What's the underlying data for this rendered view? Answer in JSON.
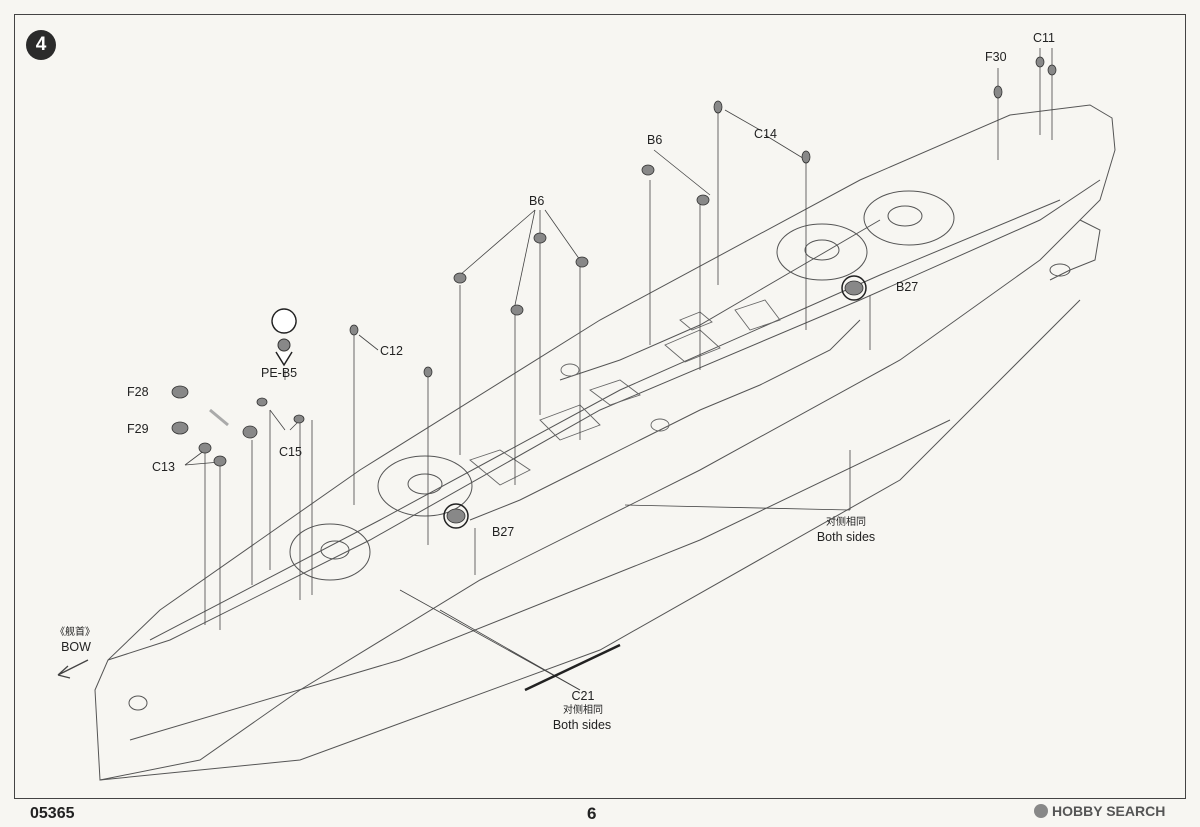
{
  "step_number": "4",
  "labels": {
    "c11": "C11",
    "f30": "F30",
    "c14": "C14",
    "b6_top": "B6",
    "b6_mid": "B6",
    "b27_right": "B27",
    "c12": "C12",
    "pe_b5": "PE-B5",
    "f28": "F28",
    "f29": "F29",
    "c13": "C13",
    "c15": "C15",
    "b27_center": "B27",
    "both_sides_cn_1": "对侧相同",
    "both_sides_en_1": "Both sides",
    "c21": "C21",
    "both_sides_cn_2": "对侧相同",
    "both_sides_en_2": "Both sides",
    "bow_cn": "《舰首》",
    "bow_en": "BOW"
  },
  "footer": {
    "product_code": "05365",
    "page_number": "6",
    "watermark": "HOBBY SEARCH"
  }
}
